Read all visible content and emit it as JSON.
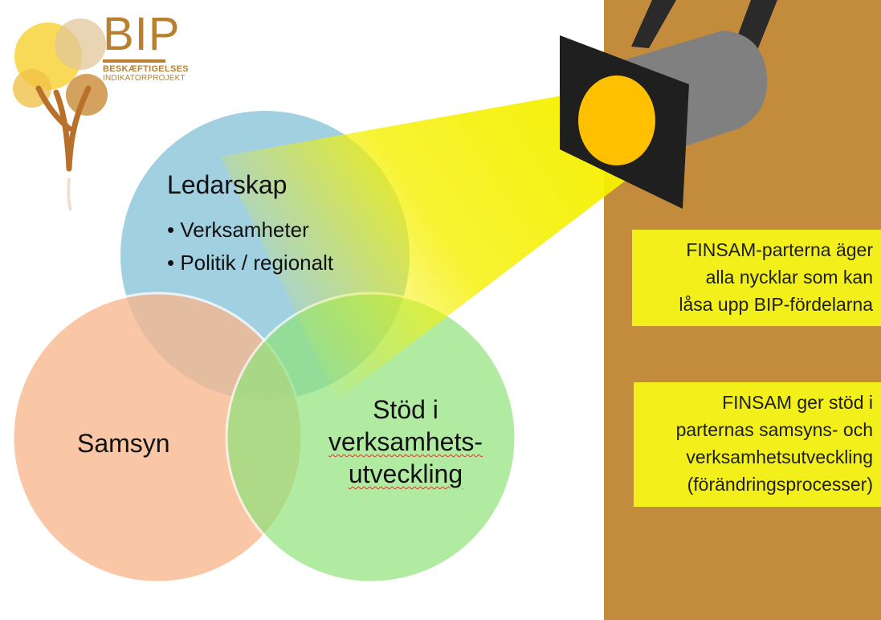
{
  "logo": {
    "title": "BIP",
    "subtitle_line1": "BESKÆFTIGELSES",
    "subtitle_line2": "INDIKATORPROJEKT",
    "color": "#b8812f"
  },
  "circles": {
    "leadership": {
      "title": "Ledarskap",
      "bullets": [
        "• Verksamheter",
        "• Politik / regionalt"
      ],
      "color": "#87c3d9"
    },
    "consensus": {
      "title": "Samsyn",
      "color": "#f8b78e"
    },
    "support": {
      "title_lines": [
        "Stöd i",
        "verksamhets-",
        "utveckling"
      ],
      "color": "#8fe37a"
    }
  },
  "spotlight": {
    "beam_color": "#f5f000",
    "lens_color": "#ffc000",
    "body_color": "#7f7f7f",
    "icon": "spotlight-icon"
  },
  "wall_color": "#c38c3c",
  "notes": [
    {
      "lines": [
        "FINSAM-parterna äger",
        "alla nycklar som kan",
        "låsa upp BIP-fördelarna"
      ]
    },
    {
      "lines": [
        "FINSAM ger stöd i",
        "parternas samsyns- och",
        "verksamhetsutveckling",
        "(förändringsprocesser)"
      ]
    }
  ],
  "note_color": "#f2ef1a"
}
